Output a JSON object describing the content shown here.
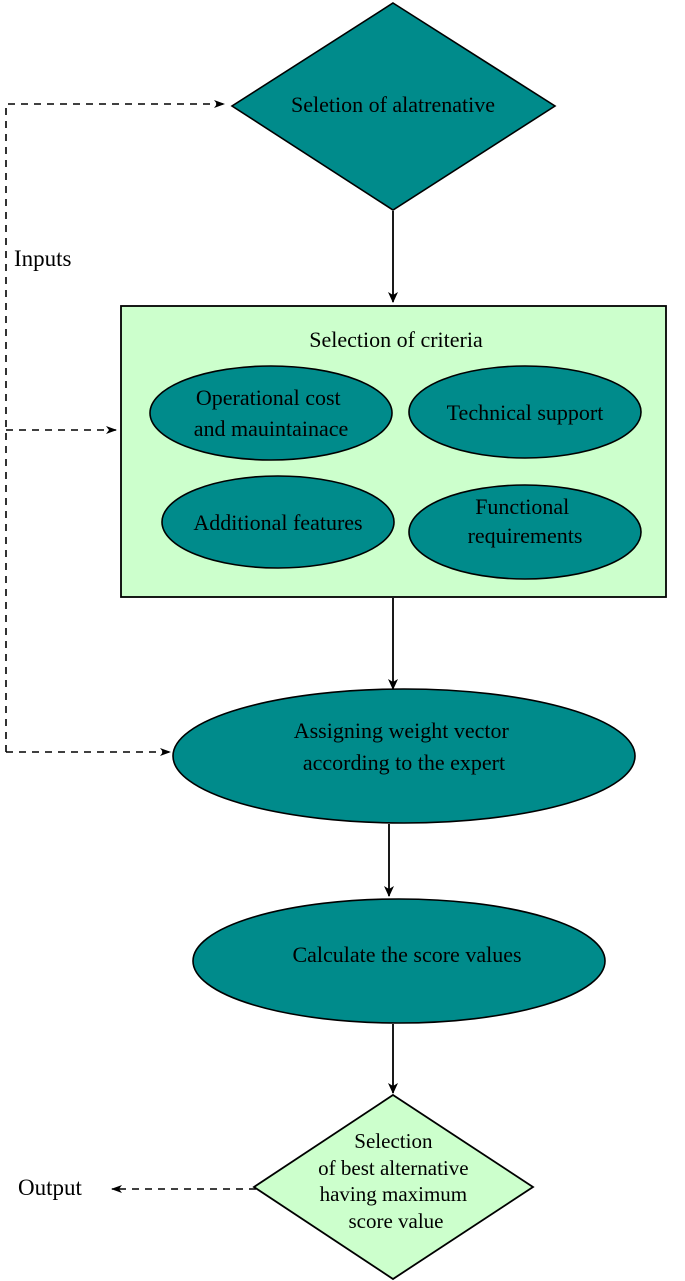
{
  "colors": {
    "teal": "#008b8b",
    "light_green": "#ccffcc",
    "line": "#000000"
  },
  "nodes": {
    "selection_alternative": "Seletion of alatrenative",
    "criteria_box_title": "Selection of criteria",
    "criterion_operational": [
      "Operational cost",
      "and mauintainace"
    ],
    "criterion_technical": "Technical support",
    "criterion_additional": "Additional features",
    "criterion_functional": [
      "Functional",
      "requirements"
    ],
    "assign_weight": [
      "Assigning weight vector",
      "according to the expert"
    ],
    "calculate_score": "Calculate the score values",
    "best_alternative": [
      "Selection",
      "of best alternative",
      "having maximum",
      "score value"
    ]
  },
  "labels": {
    "inputs": "Inputs",
    "output": "Output"
  }
}
